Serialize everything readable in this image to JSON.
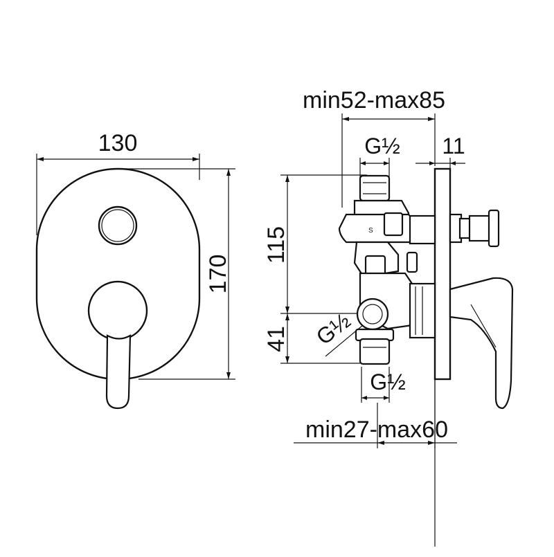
{
  "front_view": {
    "width_label": "130",
    "height_label": "170"
  },
  "side_view": {
    "depth_range_label": "min52-max85",
    "top_thread_label": "G½",
    "plate_thickness_label": "11",
    "upper_height_label": "115",
    "lower_height_label": "41",
    "side_thread_label": "G½",
    "bottom_thread_label": "G½",
    "bottom_range_label": "min27-max60"
  },
  "colors": {
    "line": "#111111",
    "background": "#ffffff"
  }
}
